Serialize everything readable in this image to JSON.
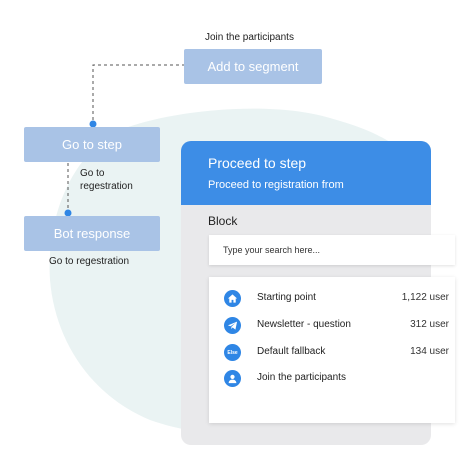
{
  "flow": {
    "top_caption": "Join the participants",
    "add_to_segment": "Add to segment",
    "go_to_step": "Go to step",
    "go_to_regestration_line1": "Go to",
    "go_to_regestration_line2": "regestration",
    "bot_response": "Bot response",
    "bot_caption": "Go to regestration"
  },
  "panel": {
    "title": "Proceed to step",
    "subtitle": "Proceed to registration from",
    "block_label": "Block",
    "search_placeholder": "Type your search here...",
    "items": [
      {
        "label": "Starting point",
        "count": "1,122 user",
        "icon": "home-icon"
      },
      {
        "label": "Newsletter - question",
        "count": "312 user",
        "icon": "telegram-icon"
      },
      {
        "label": "Default fallback",
        "count": "134 user",
        "icon": "else-icon",
        "icon_text": "Else"
      },
      {
        "label": "Join the participants",
        "count": "",
        "icon": "user-icon"
      }
    ]
  },
  "colors": {
    "node": "#a9c3e6",
    "accent": "#3d8de6",
    "panel_bg": "#e9e9eb",
    "blob": "#eaf3f3"
  }
}
